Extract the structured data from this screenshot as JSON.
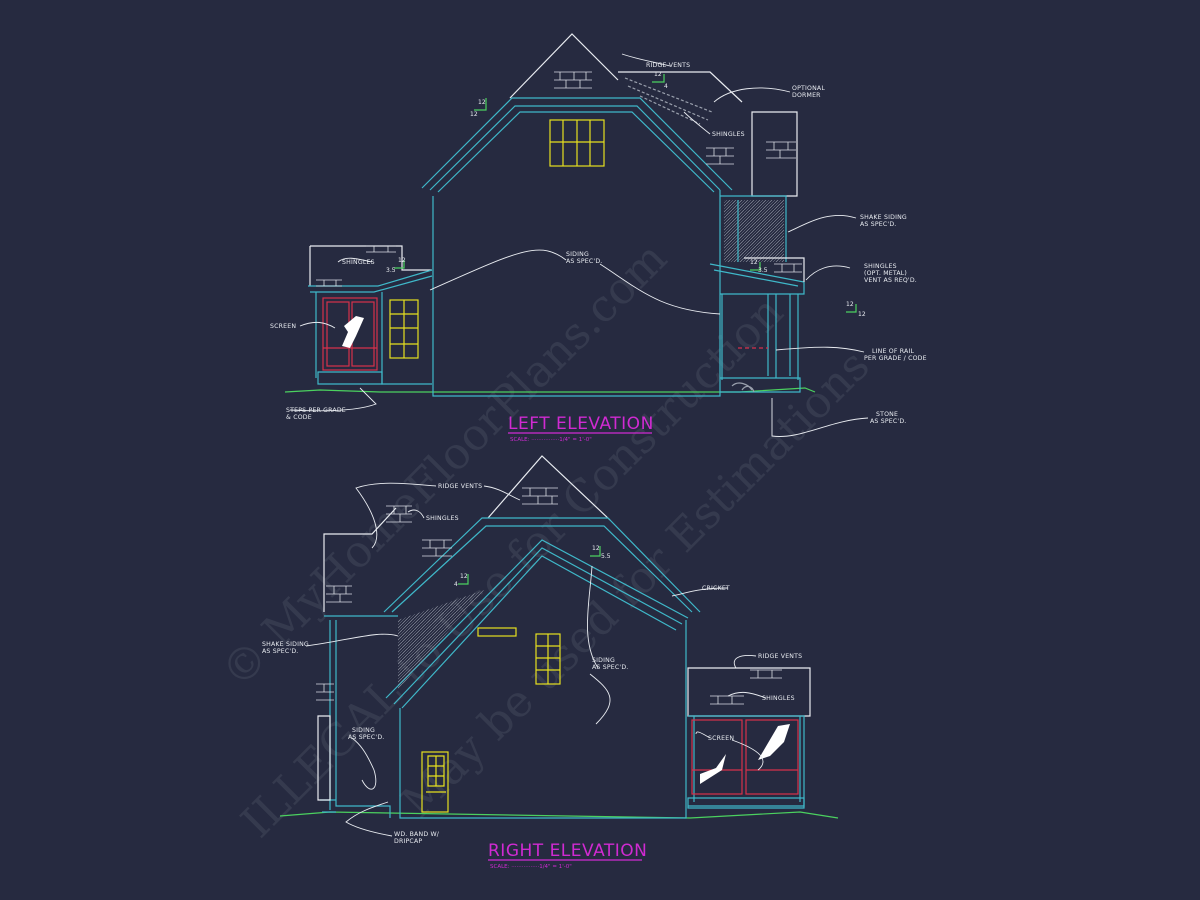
{
  "left_elevation": {
    "title": "LEFT ELEVATION",
    "scale": "SCALE: ················1/4\" = 1'-0\"",
    "notes": {
      "ridge_vents": "RIDGE VENTS",
      "optional_dormer_1": "OPTIONAL",
      "optional_dormer_2": "DORMER",
      "shingles_upper": "SHINGLES",
      "shake_siding_1": "SHAKE SIDING",
      "shake_siding_2": "AS SPEC'D.",
      "siding_1": "SIDING",
      "siding_2": "AS SPEC'D.",
      "shingles_left": "SHINGLES",
      "shingles_opt_1": "SHINGLES",
      "shingles_opt_2": "(OPT. METAL)",
      "shingles_opt_3": "VENT AS REQ'D.",
      "screen": "SCREEN",
      "line_of_rail_1": "LINE OF RAIL",
      "line_of_rail_2": "PER GRADE / CODE",
      "steps_1": "STEPS PER GRADE",
      "steps_2": "& CODE",
      "stone_1": "STONE",
      "stone_2": "AS SPEC'D."
    },
    "pitches": {
      "main_run": "12",
      "main_rise": "12",
      "dormer_run": "12",
      "dormer_rise": "4",
      "left_run": "12",
      "left_rise": "3.5",
      "porch_run": "12",
      "porch_rise": "3.5",
      "side_run": "12",
      "side_rise": "12"
    }
  },
  "right_elevation": {
    "title": "RIGHT ELEVATION",
    "scale": "SCALE: ················1/4\" = 1'-0\"",
    "notes": {
      "ridge_vents": "RIDGE VENTS",
      "shingles": "SHINGLES",
      "cricket": "CRICKET",
      "shake_siding_1": "SHAKE SIDING",
      "shake_siding_2": "AS SPEC'D.",
      "siding_center_1": "SIDING",
      "siding_center_2": "AS SPEC'D.",
      "siding_left_1": "SIDING",
      "siding_left_2": "AS SPEC'D.",
      "ridge_vents_right": "RIDGE VENTS",
      "shingles_right": "SHINGLES",
      "screen": "SCREEN",
      "band_1": "WD. BAND W/",
      "band_2": "DRIPCAP"
    },
    "pitches": {
      "main_run": "12",
      "main_rise": "5.5",
      "gable_run": "12",
      "gable_rise": "4"
    }
  },
  "watermark": {
    "line1": "© MyHomeFloorPlans.com",
    "line2": "ILLEGAL to Use for Construction",
    "line3": "May be used for Estimations"
  },
  "colors": {
    "background": "#262a40",
    "outline": "#3fb8c9",
    "window": "#e6e01f",
    "screen_frame": "#d6314b",
    "title": "#d02ad2",
    "grade": "#4bd15f"
  }
}
